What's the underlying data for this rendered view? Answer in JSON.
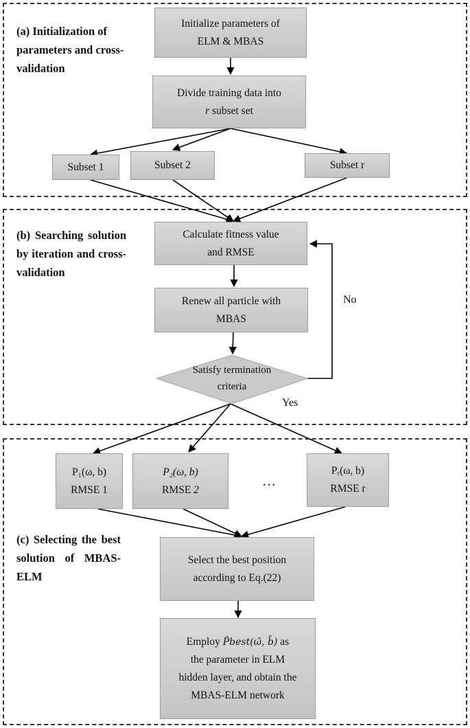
{
  "sections": {
    "a": {
      "label": "(a) Initialization of parameters and cross-validation"
    },
    "b": {
      "label": "(b) Searching solution by iteration and cross-validation"
    },
    "c": {
      "label": "(c) Selecting the best solution of MBAS-ELM"
    }
  },
  "nodes": {
    "init_line1": "Initialize parameters of",
    "init_line2": "ELM & MBAS",
    "divide_line1": "Divide training data into",
    "divide_r": "r",
    "divide_line2_rest": " subset set",
    "subset1": "Subset 1",
    "subset2": "Subset 2",
    "subsetr": "Subset r",
    "fitness_line1": "Calculate fitness value",
    "fitness_line2": "and RMSE",
    "renew_line1": "Renew all particle with",
    "renew_line2": "MBAS",
    "decision_line1": "Satisfy termination",
    "decision_line2": "criteria",
    "p1_line1": "P₁(ω, b)",
    "p1_line2": "RMSE 1",
    "p2_line1": "P₂(ω, b)",
    "p2_line2_prefix": "RMSE ",
    "p2_line2_num": "2",
    "pr_line1": "Pᵣ(ω, b)",
    "pr_line2": "RMSE r",
    "ellipsis": "…",
    "select_line1": "Select the best position",
    "select_line2": "according to Eq.(22)",
    "employ_line1_a": "Employ",
    "employ_math": "P̂best(ω̂, b̂)",
    "employ_line1_b": "as",
    "employ_line2": "the parameter in ELM",
    "employ_line3": "hidden layer, and obtain the",
    "employ_line4": "MBAS-ELM network"
  },
  "edge_labels": {
    "no": "No",
    "yes": "Yes"
  }
}
